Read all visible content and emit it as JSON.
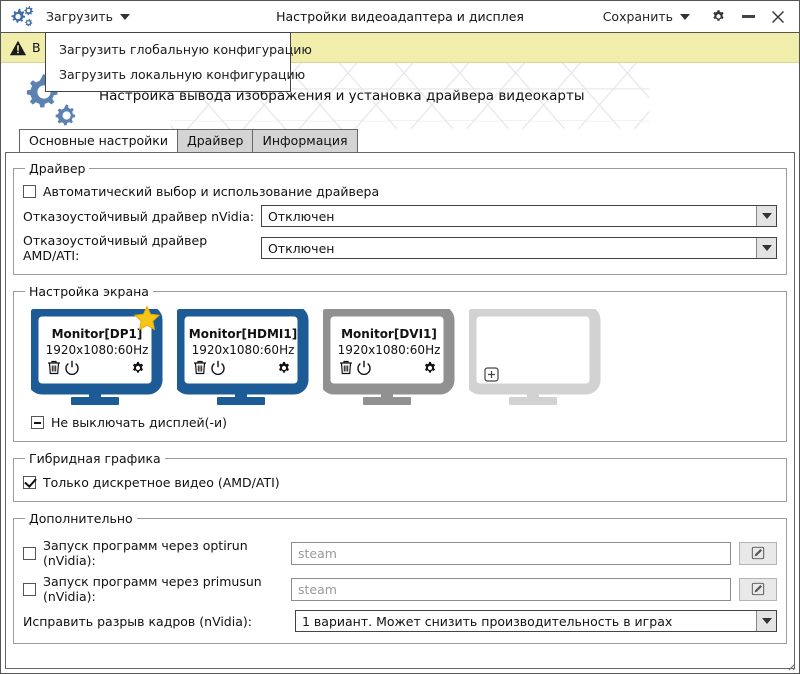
{
  "window": {
    "title": "Настройки видеоадаптера и дисплея",
    "app_icon": "gears-icon",
    "load_menu_label": "Загрузить",
    "save_menu_label": "Сохранить",
    "settings_icon": "gear-icon",
    "minimize_icon": "minimize-icon",
    "close_icon": "close-icon"
  },
  "dropdown": {
    "open": true,
    "items": [
      {
        "label": "Загрузить глобальную конфигурацию"
      },
      {
        "label": "Загрузить локальную конфигурацию"
      }
    ]
  },
  "warning": {
    "icon": "warning-triangle-icon",
    "text": "В",
    "background": "#f0eeaa"
  },
  "banner": {
    "title": "Настройка вывода изображения и установка драйвера видеокарты",
    "logo_icon": "gears-logo-icon",
    "accent": "#5b82b0"
  },
  "tabs": [
    {
      "label": "Основные настройки",
      "active": true
    },
    {
      "label": "Драйвер",
      "active": false
    },
    {
      "label": "Информация",
      "active": false
    }
  ],
  "driver_group": {
    "legend": "Драйвер",
    "auto_checkbox": {
      "label": "Автоматический выбор и использование драйвера",
      "checked": false
    },
    "nvidia": {
      "label": "Отказоустойчивый драйвер nVidia:",
      "value": "Отключен"
    },
    "amd": {
      "label": "Отказоустойчивый драйвер AMD/ATI:",
      "value": "Отключен"
    }
  },
  "screen_group": {
    "legend": "Настройка экрана",
    "monitors": [
      {
        "name": "Monitor[DP1]",
        "mode": "1920x1080:60Hz",
        "state": "active",
        "color": "#1d5b96",
        "primary": true,
        "star_icon": "star-icon",
        "delete_icon": "trash-icon",
        "power_icon": "power-icon",
        "settings_icon": "gear-icon"
      },
      {
        "name": "Monitor[HDMI1]",
        "mode": "1920x1080:60Hz",
        "state": "active",
        "color": "#1d5b96",
        "primary": false,
        "delete_icon": "trash-icon",
        "power_icon": "power-icon",
        "settings_icon": "gear-icon"
      },
      {
        "name": "Monitor[DVI1]",
        "mode": "1920x1080:60Hz",
        "state": "disabled",
        "color": "#919191",
        "primary": false,
        "delete_icon": "trash-icon",
        "power_icon": "power-icon",
        "settings_icon": "gear-icon"
      },
      {
        "name": "",
        "mode": "",
        "state": "empty",
        "color": "#d2d2d2",
        "primary": false,
        "add_icon": "plus-box-icon"
      }
    ],
    "keep_on_checkbox": {
      "label": "Не выключать дисплей(-и)",
      "state": "partial"
    }
  },
  "hybrid_group": {
    "legend": "Гибридная графика",
    "discrete_checkbox": {
      "label": "Только дискретное видео (AMD/ATI)",
      "checked": true
    }
  },
  "extra_group": {
    "legend": "Дополнительно",
    "optirun": {
      "label": "Запуск программ через optirun (nVidia):",
      "checked": false,
      "placeholder": "steam",
      "edit_icon": "pencil-edit-icon"
    },
    "primusrun": {
      "label": "Запуск программ через primusun (nVidia):",
      "checked": false,
      "placeholder": "steam",
      "edit_icon": "pencil-edit-icon"
    },
    "tearing": {
      "label": "Исправить разрыв кадров (nVidia):",
      "value": "1 вариант. Может снизить производительность в играх"
    }
  }
}
